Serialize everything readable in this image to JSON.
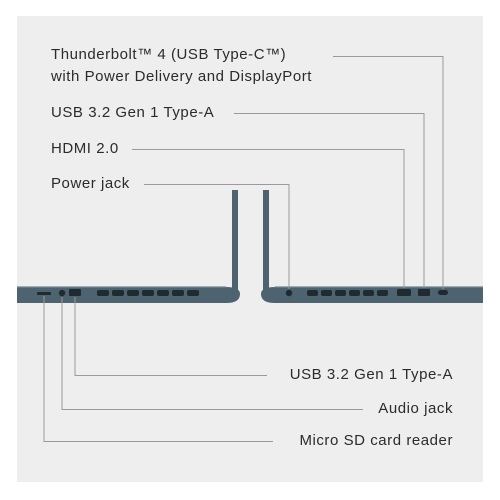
{
  "colors": {
    "background": "#eeeeee",
    "laptop_body": "#4d6470",
    "laptop_edge": "#6e8794",
    "port_dark": "#1f2a31",
    "leader_line": "#9a9a9a",
    "text": "#2b2b2b"
  },
  "labels_top": [
    {
      "id": "thunderbolt",
      "lines": [
        "Thunderbolt™ 4 (USB Type-C™)",
        "with Power Delivery and DisplayPort"
      ]
    },
    {
      "id": "usb-a-right",
      "lines": [
        "USB 3.2 Gen 1 Type-A"
      ]
    },
    {
      "id": "hdmi",
      "lines": [
        "HDMI 2.0"
      ]
    },
    {
      "id": "power-jack",
      "lines": [
        "Power jack"
      ]
    }
  ],
  "labels_bottom": [
    {
      "id": "usb-a-left",
      "text": "USB 3.2 Gen 1 Type-A"
    },
    {
      "id": "audio-jack",
      "text": "Audio jack"
    },
    {
      "id": "sd-reader",
      "text": "Micro SD card reader"
    }
  ]
}
